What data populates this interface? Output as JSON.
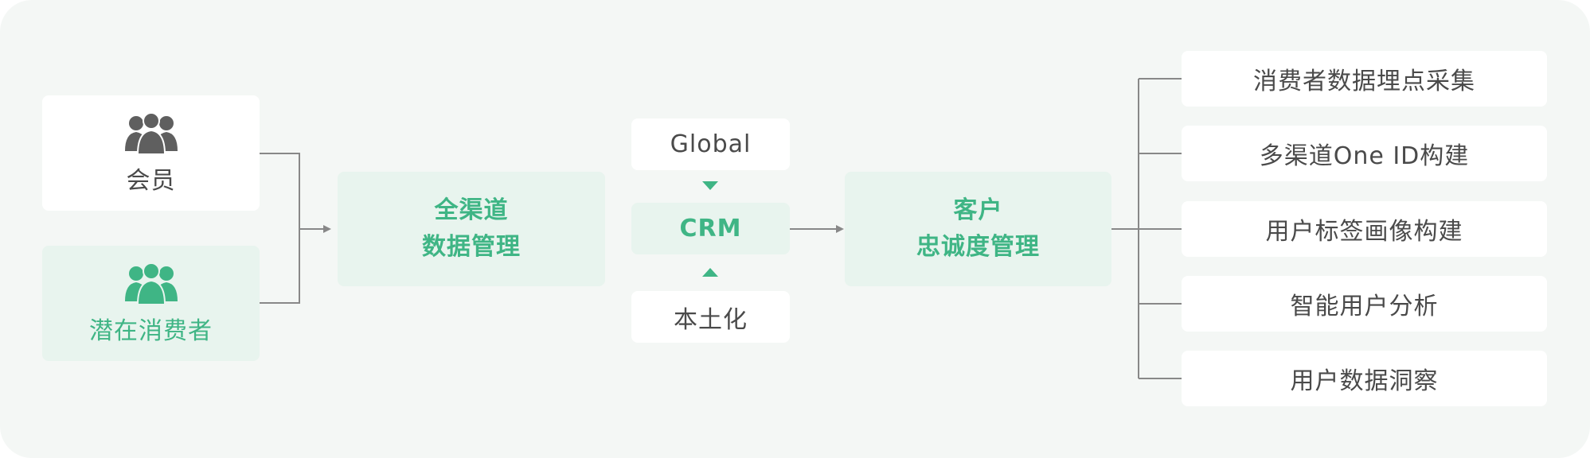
{
  "sources": {
    "member": {
      "label": "会员",
      "icon": "users-icon"
    },
    "potential": {
      "label": "潜在消费者",
      "icon": "users-icon"
    }
  },
  "omni_channel": {
    "line1": "全渠道",
    "line2": "数据管理"
  },
  "crm": {
    "top": "Global",
    "center": "CRM",
    "bottom": "本土化"
  },
  "loyalty": {
    "line1": "客户",
    "line2": "忠诚度管理"
  },
  "outputs": [
    "消费者数据埋点采集",
    "多渠道One ID构建",
    "用户标签画像构建",
    "智能用户分析",
    "用户数据洞察"
  ],
  "colors": {
    "green": "#3fb585",
    "dark_text": "#4a4a4a",
    "line": "#888888",
    "mint": "#e8f4ee",
    "panel": "#f4f7f5",
    "icon_gray": "#5f5f5f"
  }
}
